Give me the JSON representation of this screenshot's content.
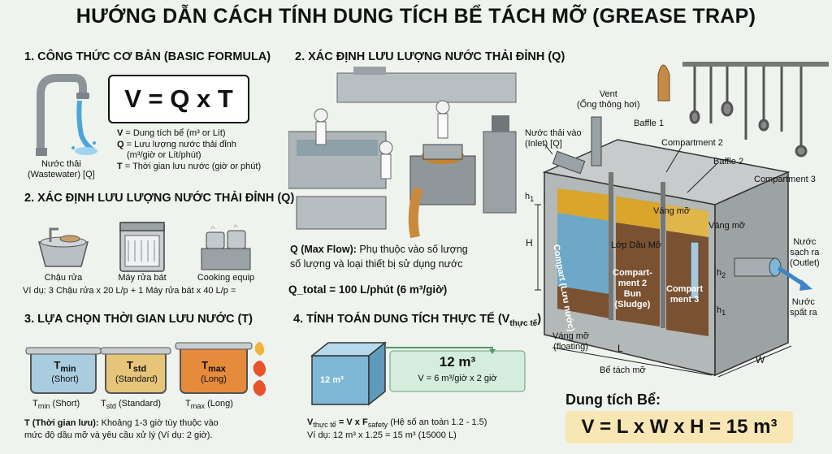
{
  "title": "HƯỚNG DẪN CÁCH TÍNH DUNG TÍCH BỂ TÁCH MỠ (GREASE TRAP)",
  "s1": {
    "heading": "1. CÔNG THỨC CƠ BẢN (BASIC FORMULA)",
    "formula": "V = Q x T",
    "faucet_label_1": "Nước thải",
    "faucet_label_2": "(Wastewater) [Q]",
    "def_v_key": "V",
    "def_v": " = Dung tích bể (m³ or Lít)",
    "def_q_key": "Q",
    "def_q_1": " = Lưu lượng nước thải đỉnh",
    "def_q_2": "(m³/giờ or Lít/phút)",
    "def_t_key": "T",
    "def_t": " = Thời gian lưu nước (giờ or phút)"
  },
  "s2left": {
    "heading": "2. XÁC ĐỊNH LƯU LƯỢNG NƯỚC THẢI ĐỈNH (Q)",
    "item1": "Chậu rửa",
    "item2": "Máy rửa bát",
    "item3": "Cooking equip",
    "example": "Ví dụ: 3 Chậu rửa x 20 L/p + 1 Máy rửa bát x 40 L/p =",
    "q_total": "Q_total = 100 L/phút (6 m³/giờ)"
  },
  "s2right": {
    "heading": "2. XÁC ĐỊNH LƯU LƯỢNG NƯỚC THẢI ĐỈNH (Q)",
    "desc_key": "Q (Max Flow):",
    "desc_1": " Phụ thuộc vào số lượng",
    "desc_2": "số lượng và loại thiết bị sử dụng nước"
  },
  "s3": {
    "heading": "3. LỰA CHỌN THỜI GIAN LƯU NƯỚC (T)",
    "pot1_top": "T",
    "pot1_sub": "min",
    "pot1_desc": "(Short)",
    "pot2_top": "T",
    "pot2_sub": "std",
    "pot2_desc": "(Standard)",
    "pot3_top": "T",
    "pot3_sub": "max",
    "pot3_desc": "(Long)",
    "lbl1_t": "T",
    "lbl1_sub": "min",
    "lbl1_desc": " (Short)",
    "lbl2_t": "T",
    "lbl2_sub": "std",
    "lbl2_desc": " (Standard)",
    "lbl3_t": "T",
    "lbl3_sub": "max",
    "lbl3_desc": " (Long)",
    "note_key": "T (Thời gian lưu):",
    "note_1": " Khoảng 1-3 giờ tùy thuộc vào",
    "note_2": "mức độ dầu mỡ và yêu cầu xử lý (Ví dụ: 2 giờ)."
  },
  "s4": {
    "heading_main": "4. TÍNH TOÁN DUNG TÍCH THỰC TẾ (V",
    "heading_sub": "thực tế",
    "heading_end": ")",
    "box_vol": "12 m³",
    "box_eq": "V = 6 m³/giờ x 2 giờ",
    "tank_label": "12 m³",
    "vreal_key": "V",
    "vreal_sub": "thực tế",
    "vreal_eq": " = V x F",
    "vreal_fsub": "safety",
    "vreal_note": " (Hệ số an toàn 1.2 - 1.5)",
    "example": "Ví dụ: 12 m³ x 1.25 = 15 m³ (15000 L)"
  },
  "trap": {
    "vent": "Vent",
    "vent_vi": "(Ống thông hơi)",
    "inlet_vi": "Nước thải vào",
    "inlet_en": "(Inlet) [Q]",
    "baffle1": "Baffle 1",
    "baffle2": "Baffle 2",
    "comp2": "Compartment 2",
    "comp3": "Compartment 3",
    "h1_top": "h",
    "h1_top_sub": "1",
    "H": "H",
    "vang_mo_1": "Váng mỡ",
    "vang_mo_2": "Váng mỡ",
    "lop_dau_mo": "Lớp Dầu Mỡ",
    "comp1_a": "Compart",
    "comp1_b": "(Lưu nước)",
    "comp2_a": "Compart-",
    "comp2_b": "ment 2",
    "comp2_c": "Bun",
    "comp2_d": "(Sludge)",
    "comp3_a": "Compart",
    "comp3_b": "ment 3",
    "h2": "h",
    "h2_sub": "2",
    "h1b": "h",
    "h1b_sub": "1",
    "outlet_1": "Nước",
    "outlet_2": "sạch ra",
    "outlet_3": "(Outlet)",
    "outlet_4": "Nước",
    "outlet_5": "sрất ra",
    "floating_1": "Váng mỡ",
    "floating_2": "(floating)",
    "L": "L",
    "W": "W",
    "tank_name": "Bể tách mỡ",
    "capacity_label": "Dung tích Bể:",
    "capacity_formula": "V = L x W x H = 15 m³"
  },
  "colors": {
    "grease": "#d9a62b",
    "water": "#6ea8c8",
    "sludge": "#7a5232",
    "concrete": "#a9aeae",
    "result_bg": "#f8e6b4"
  }
}
